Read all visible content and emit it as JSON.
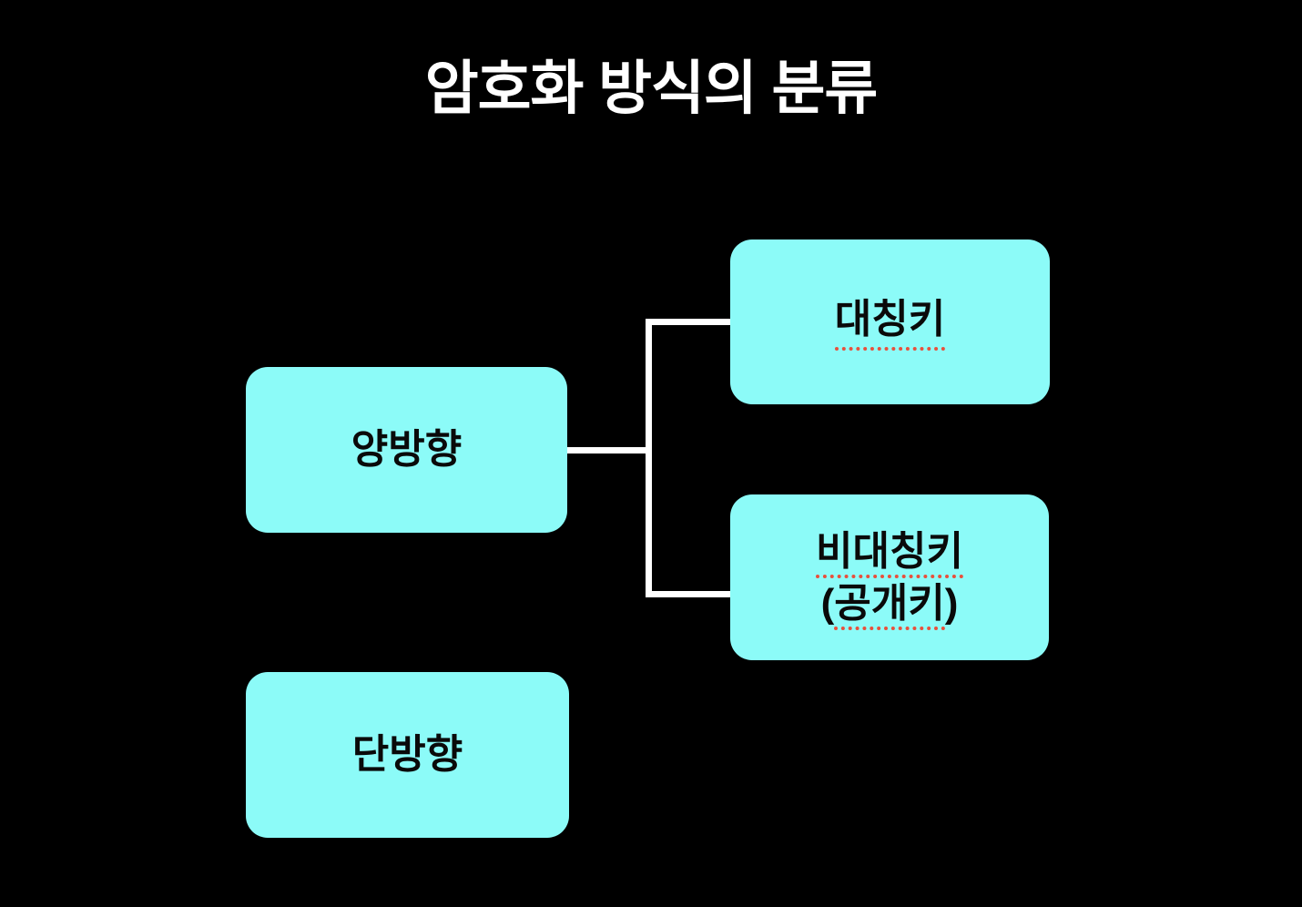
{
  "page": {
    "title": "암호화 방식의 분류"
  },
  "colors": {
    "background": "#000000",
    "box_fill": "#8CFBF8",
    "box_text": "#0A0A0A",
    "title_text": "#FFFFFF",
    "connector": "#FFFFFF",
    "underline": "#E8503C"
  },
  "diagram": {
    "nodes": {
      "bidirectional": {
        "label": "양방향"
      },
      "symmetric": {
        "label": "대칭키"
      },
      "asymmetric": {
        "line1": "비대칭키",
        "line2_prefix": "(",
        "line2_word": "공개키",
        "line2_suffix": ")"
      },
      "oneway": {
        "label": "단방향"
      }
    },
    "edges": [
      {
        "from": "bidirectional",
        "to": "symmetric"
      },
      {
        "from": "bidirectional",
        "to": "asymmetric"
      }
    ]
  }
}
